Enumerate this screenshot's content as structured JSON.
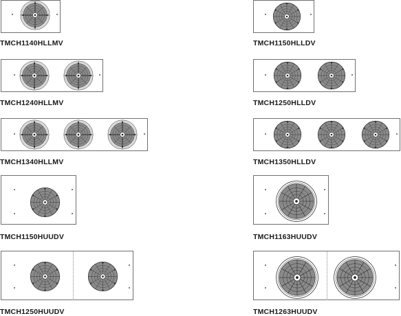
{
  "units": [
    {
      "label": "TMCH1140HLLMV",
      "fans": 1,
      "style": "LM"
    },
    {
      "label": "TMCH1150HLLDV",
      "fans": 1,
      "style": "LD"
    },
    {
      "label": "TMCH1240HLLMV",
      "fans": 2,
      "style": "LM"
    },
    {
      "label": "TMCH1250HLLDV",
      "fans": 2,
      "style": "LD"
    },
    {
      "label": "TMCH1340HLLMV",
      "fans": 3,
      "style": "LM"
    },
    {
      "label": "TMCH1350HLLDV",
      "fans": 3,
      "style": "LD"
    },
    {
      "label": "TMCH1150HUUDV",
      "fans": 1,
      "style": "UD"
    },
    {
      "label": "TMCH1163HUUDV",
      "fans": 1,
      "style": "UL"
    },
    {
      "label": "TMCH1250HUUDV",
      "fans": 2,
      "style": "UD"
    },
    {
      "label": "TMCH1263HUUDV",
      "fans": 2,
      "style": "UL"
    }
  ],
  "colors": {
    "fan_fill": "#8a8a8a",
    "frame": "#6f6f6f",
    "line": "#222222"
  }
}
